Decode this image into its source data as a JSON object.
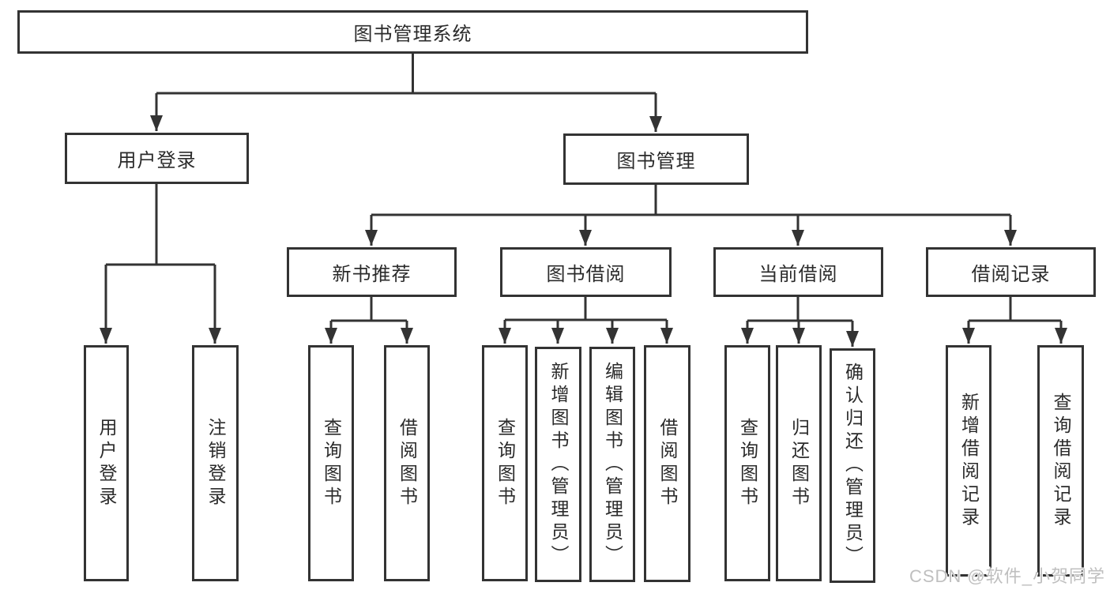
{
  "diagram": {
    "root": "图书管理系统",
    "branches": [
      {
        "label": "用户登录",
        "leaves": [
          "用户登录",
          "注销登录"
        ]
      },
      {
        "label": "图书管理",
        "groups": [
          {
            "label": "新书推荐",
            "leaves": [
              "查询图书",
              "借阅图书"
            ]
          },
          {
            "label": "图书借阅",
            "leaves": [
              "查询图书",
              "新增图书（管理员）",
              "编辑图书（管理员）",
              "借阅图书"
            ]
          },
          {
            "label": "当前借阅",
            "leaves": [
              "查询图书",
              "归还图书",
              "确认归还（管理员）"
            ]
          },
          {
            "label": "借阅记录",
            "leaves": [
              "新增借阅记录",
              "查询借阅记录"
            ]
          }
        ]
      }
    ]
  },
  "watermark": "CSDN @软件_小贺同学",
  "colors": {
    "line": "#333333",
    "text": "#2b2b2b",
    "watermark": "#bfbfbf",
    "background": "#ffffff"
  }
}
